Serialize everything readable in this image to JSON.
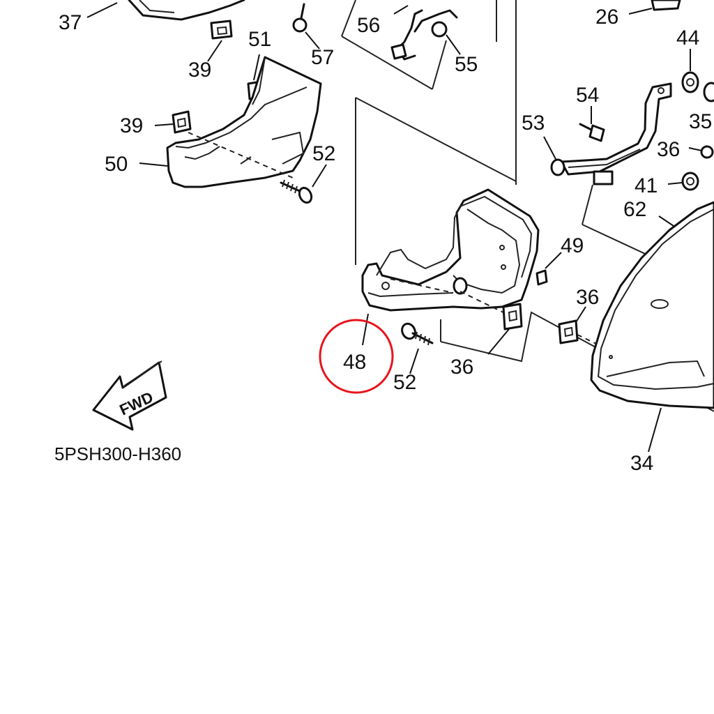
{
  "diagram": {
    "code": "5PSH300-H360",
    "direction_label": "FWD",
    "highlight_color": "#e8141c",
    "highlighted_part": "48",
    "callouts": {
      "c37": "37",
      "c39a": "39",
      "c51": "51",
      "c57": "57",
      "c56": "56",
      "c55": "55",
      "c26": "26",
      "c44": "44",
      "c54": "54",
      "c53": "53",
      "c35": "35",
      "c36a": "36",
      "c41": "41",
      "c62": "62",
      "c39b": "39",
      "c50": "50",
      "c52a": "52",
      "c49": "49",
      "c36b": "36",
      "c48": "48",
      "c52b": "52",
      "c36c": "36",
      "c34": "34"
    }
  }
}
